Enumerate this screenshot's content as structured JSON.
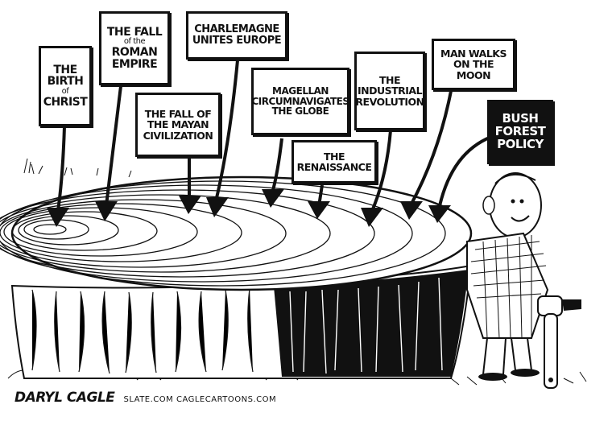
{
  "cartoon": {
    "title": "Bush Forest Policy tree-ring cartoon",
    "signs": [
      {
        "id": "birth-of-christ",
        "lines": [
          "THE",
          "BIRTH",
          "of",
          "CHRIST"
        ]
      },
      {
        "id": "fall-of-rome",
        "lines": [
          "THE FALL",
          "of the",
          "ROMAN",
          "EMPIRE"
        ]
      },
      {
        "id": "charlemagne",
        "lines": [
          "CHARLEMAGNE",
          "UNITES EUROPE"
        ]
      },
      {
        "id": "fall-of-maya",
        "lines": [
          "THE FALL OF",
          "THE MAYAN",
          "CIVILIZATION"
        ]
      },
      {
        "id": "magellan",
        "lines": [
          "MAGELLAN",
          "CIRCUMNAVIGATES",
          "THE GLOBE"
        ]
      },
      {
        "id": "renaissance",
        "lines": [
          "THE",
          "RENAISSANCE"
        ]
      },
      {
        "id": "industrial-revolution",
        "lines": [
          "THE",
          "INDUSTRIAL",
          "REVOLUTION"
        ]
      },
      {
        "id": "moon-landing",
        "lines": [
          "MAN WALKS",
          "ON THE MOON"
        ]
      },
      {
        "id": "bush-forest-policy",
        "lines": [
          "BUSH",
          "FOREST",
          "POLICY"
        ]
      }
    ],
    "credit": {
      "artist": "DARYL CAGLE",
      "sites": "SLATE.COM  CAGLECARTOONS.COM"
    },
    "colors": {
      "ink": "#111111",
      "paper": "#ffffff"
    }
  }
}
